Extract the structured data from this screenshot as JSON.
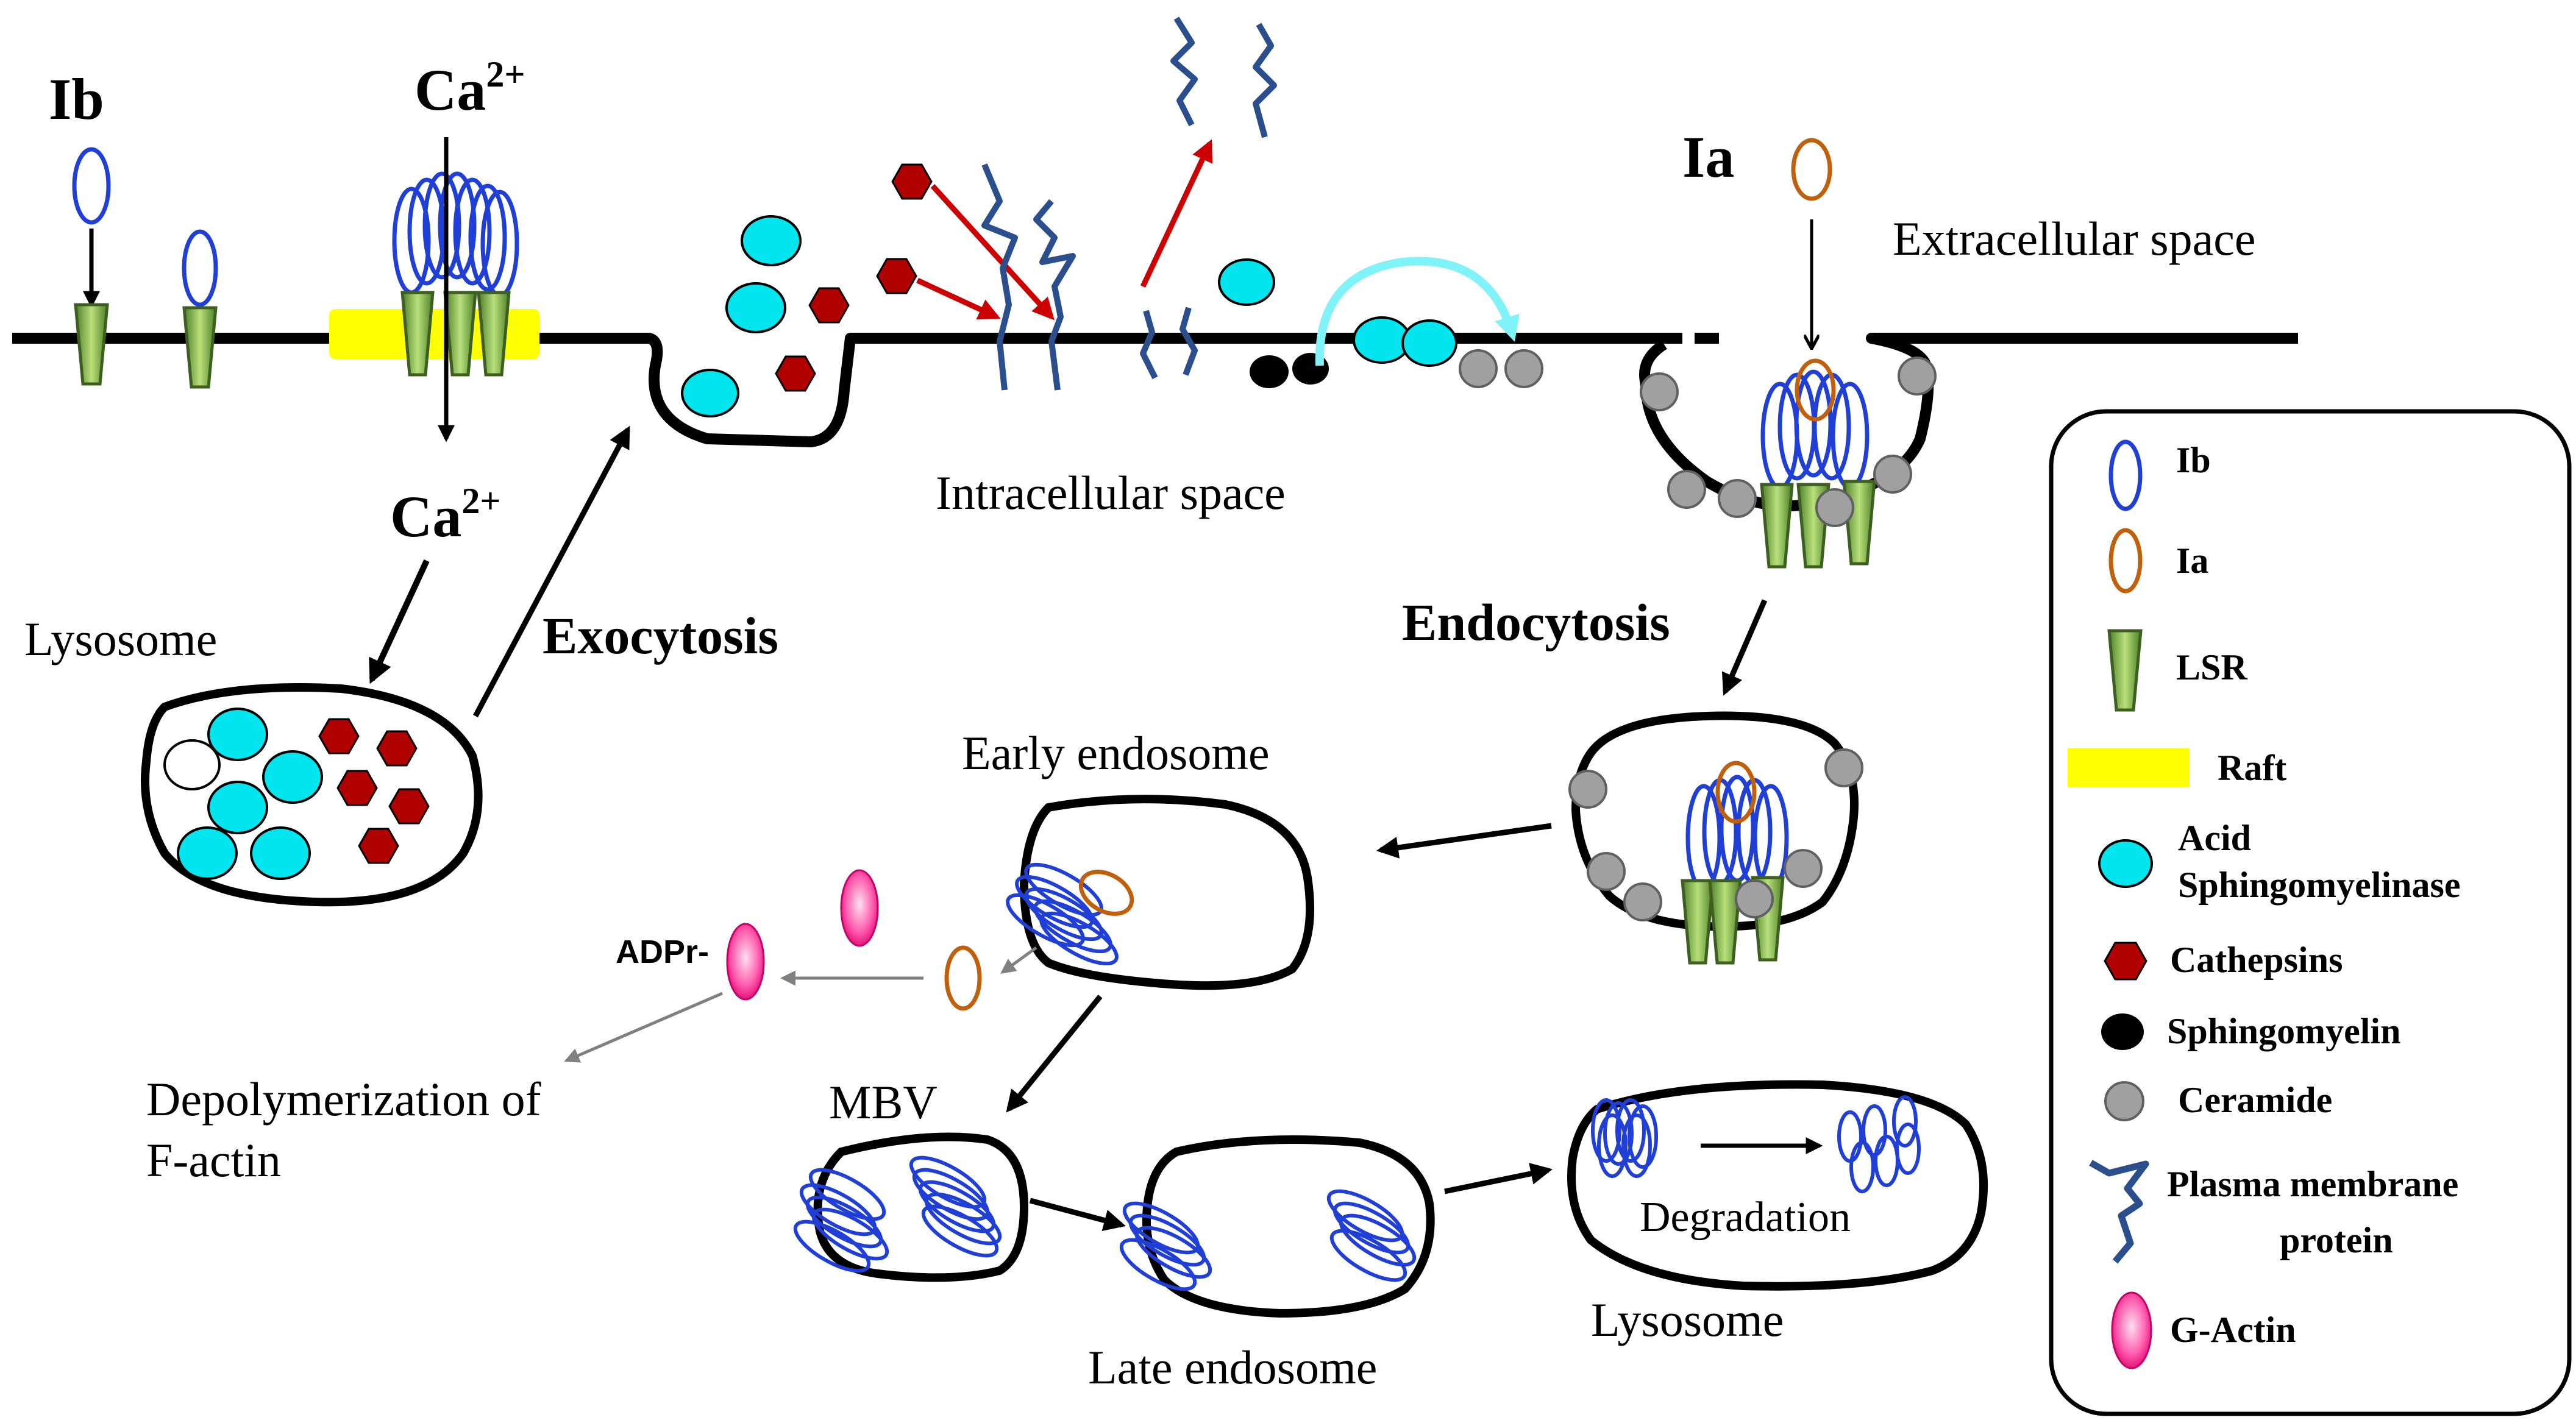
{
  "labels": {
    "ib_top": "Ib",
    "ca_top": "Ca",
    "ca_top_sup": "2+",
    "ca_mid": "Ca",
    "ca_mid_sup": "2+",
    "ia_top": "Ia",
    "extracellular": "Extracellular space",
    "intracellular": "Intracellular space",
    "lysosome_left": "Lysosome",
    "exocytosis": "Exocytosis",
    "endocytosis": "Endocytosis",
    "early_endosome": "Early endosome",
    "adpr": "ADPr-",
    "depolymerization_1": "Depolymerization of",
    "depolymerization_2": "F-actin",
    "mbv": "MBV",
    "late_endosome": "Late endosome",
    "degradation": "Degradation",
    "lysosome_bottom": "Lysosome"
  },
  "legend": {
    "items": [
      {
        "icon": "ib-icon",
        "label": "Ib"
      },
      {
        "icon": "ia-icon",
        "label": "Ia"
      },
      {
        "icon": "lsr-icon",
        "label": "LSR"
      },
      {
        "icon": "raft-icon",
        "label": "Raft"
      },
      {
        "icon": "acid-sphingomyelinase-icon",
        "label": "Acid",
        "label2": "Sphingomyelinase"
      },
      {
        "icon": "cathepsin-icon",
        "label": "Cathepsins"
      },
      {
        "icon": "sphingomyelin-icon",
        "label": "Sphingomyelin"
      },
      {
        "icon": "ceramide-icon",
        "label": "Ceramide"
      },
      {
        "icon": "plasma-membrane-protein-icon",
        "label": "Plasma membrane",
        "label2": "protein"
      },
      {
        "icon": "g-actin-icon",
        "label": "G-Actin"
      }
    ]
  },
  "colors": {
    "ib": "#1f3fd6",
    "ia": "#c0600c",
    "lsr": "#6a9a3a",
    "raft": "#ffff00",
    "acid_sphingomyelinase": "#00e5ee",
    "cathepsin": "#b00000",
    "sphingomyelin": "#000000",
    "ceramide": "#a0a0a0",
    "membrane_protein": "#2b4e8c",
    "g_actin": "#ff3c9a",
    "red_arrow": "#cc0000",
    "recycle_arrow": "#7ff3f7"
  }
}
